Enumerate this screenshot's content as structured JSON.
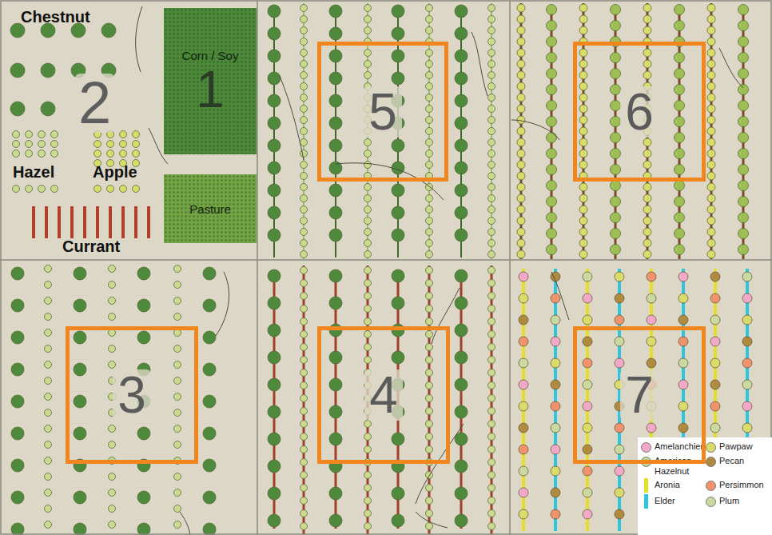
{
  "diagram": {
    "nodes": [
      {
        "text": [
          "Corn / Soy",
          "1"
        ]
      },
      {
        "text": [
          "Pasture"
        ]
      },
      {
        "text": [
          "5"
        ]
      },
      {
        "text": [
          "6"
        ]
      },
      {
        "text": [
          "3"
        ]
      },
      {
        "text": [
          "4"
        ]
      },
      {
        "text": [
          "7"
        ]
      }
    ],
    "labels": [
      "Chestnut",
      "2",
      "Hazel",
      "Apple",
      "Currant"
    ],
    "legend": [
      {
        "text": "Amelanchier",
        "color": "#f2a9c9"
      },
      {
        "text": "Pawpaw",
        "color": "#d9dc6a"
      },
      {
        "text": "American Hazelnut",
        "color": "#bcd88f"
      },
      {
        "text": "Pecan",
        "color": "#b08a3e"
      },
      {
        "text": "Aronia",
        "color": "#e6df2a"
      },
      {
        "text": "Persimmon",
        "color": "#f0936c"
      },
      {
        "text": "Elder",
        "color": "#2ec6de"
      },
      {
        "text": "Plum",
        "color": "#c9d99f"
      }
    ]
  }
}
